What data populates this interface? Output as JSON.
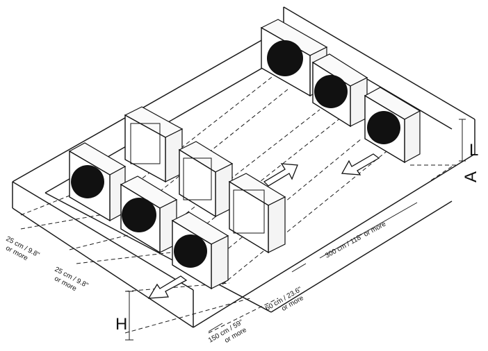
{
  "colors": {
    "line": "#1a1a1a",
    "fan": "#111111",
    "background": "#ffffff"
  },
  "labels": {
    "L": "L",
    "A": "A",
    "H": "H"
  },
  "dimensions": {
    "side_gap_1": {
      "line1": "25 cm / 9.8\"",
      "line2": "or more"
    },
    "side_gap_2": {
      "line1": "25 cm / 9.8\"",
      "line2": "or more"
    },
    "row_gap": {
      "line1": "60 cm / 23.6\"",
      "line2": "or more"
    },
    "front_gap": {
      "line1": "150 cm / 59\"",
      "line2": "or more"
    },
    "back_gap": {
      "line1": "300 cm / 118\" or more"
    }
  },
  "icons": [
    "airflow-arrow-icon",
    "outdoor-unit-icon"
  ]
}
